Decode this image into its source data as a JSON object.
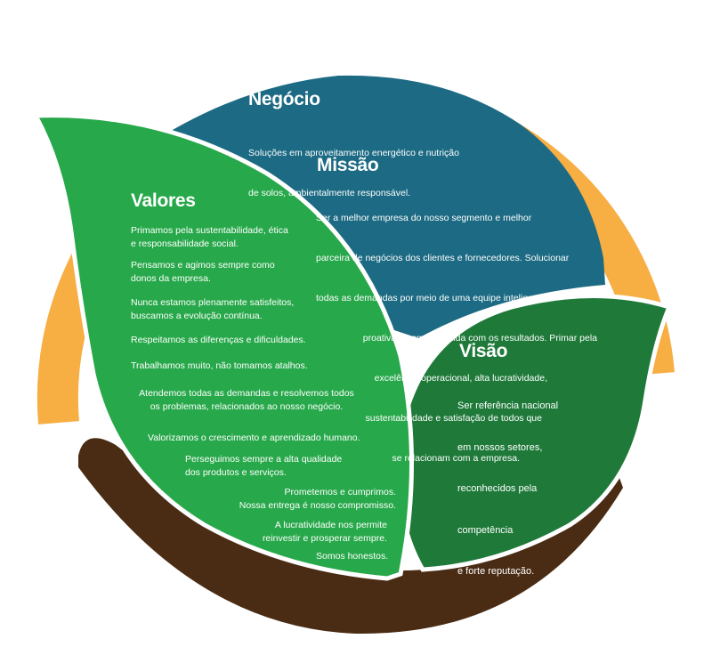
{
  "colors": {
    "ring_top": "#F7AE43",
    "ring_bottom": "#4A2C14",
    "negocio_bg": "#1C6A83",
    "valores_leaf": "#27A84A",
    "visao_leaf": "#1F7A3A",
    "text": "#FFFFFF"
  },
  "negocio": {
    "title": "Negócio",
    "lines": [
      "Soluções em aproveitamento energético e nutrição",
      "de solos, ambientalmente responsável."
    ]
  },
  "missao": {
    "title": "Missão",
    "lines": [
      "Ser a melhor empresa do nosso segmento e melhor",
      "parceira de negócios dos clientes e fornecedores. Solucionar",
      "todas as demandas por meio de uma equipe inteligente,",
      "proativa e comprometida com os resultados. Primar pela",
      "excelência operacional, alta lucratividade,",
      "sustentabilidade e satisfação de todos que",
      "se relacionam com a empresa."
    ]
  },
  "valores": {
    "title": "Valores",
    "items": [
      "Primamos pela sustentabilidade, ética\ne responsabilidade social.",
      "Pensamos e agimos sempre como\ndonos da empresa.",
      "Nunca estamos plenamente satisfeitos,\nbuscamos a evolução contínua.",
      "Respeitamos as diferenças e dificuldades.",
      "Trabalhamos muito, não tomamos atalhos.",
      "Atendemos todas as demandas e resolvemos todos\nos problemas, relacionados ao nosso negócio.",
      "Valorizamos o crescimento e aprendizado humano.",
      "Perseguimos sempre a alta qualidade\ndos produtos e serviços.",
      "Prometemos e cumprimos.\nNossa entrega é nosso compromisso.",
      "A lucratividade nos permite\nreinvestir e prosperar sempre.",
      "Somos honestos."
    ]
  },
  "visao": {
    "title": "Visão",
    "lines": [
      "Ser referência nacional",
      "em nossos setores,",
      "reconhecidos pela",
      "competência",
      "e forte reputação."
    ]
  }
}
